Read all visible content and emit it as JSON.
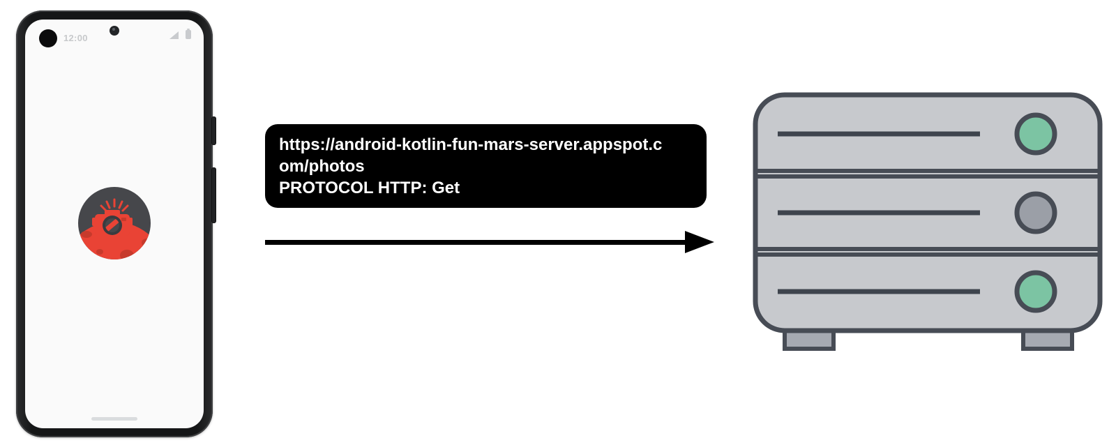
{
  "diagram": {
    "phone": {
      "status_bar": {
        "time": "12:00"
      },
      "app_icon_name": "mars-photos-app-icon"
    },
    "request": {
      "url": "https://android-kotlin-fun-mars-server.appspot.com/photos",
      "protocol": "PROTOCOL HTTP: Get"
    },
    "server": {
      "rack_count": 3,
      "led_colors": [
        "#7CC4A3",
        "#9B9FA7",
        "#7CC4A3"
      ]
    },
    "colors": {
      "bubble_bg": "#000000",
      "bubble_text": "#FFFFFF",
      "arrow": "#000000",
      "server_body": "#C7C9CD",
      "server_outline": "#474C55",
      "server_slot_line": "#3E444D",
      "server_led_green": "#7CC4A3",
      "server_led_gray": "#9B9FA7",
      "server_foot": "#A6AAB2",
      "phone_frame": "#151617",
      "phone_screen": "#FAFAFA",
      "app_red": "#E94335",
      "app_red_dark": "#C73A2C",
      "app_sky_dark": "#46474B"
    }
  }
}
